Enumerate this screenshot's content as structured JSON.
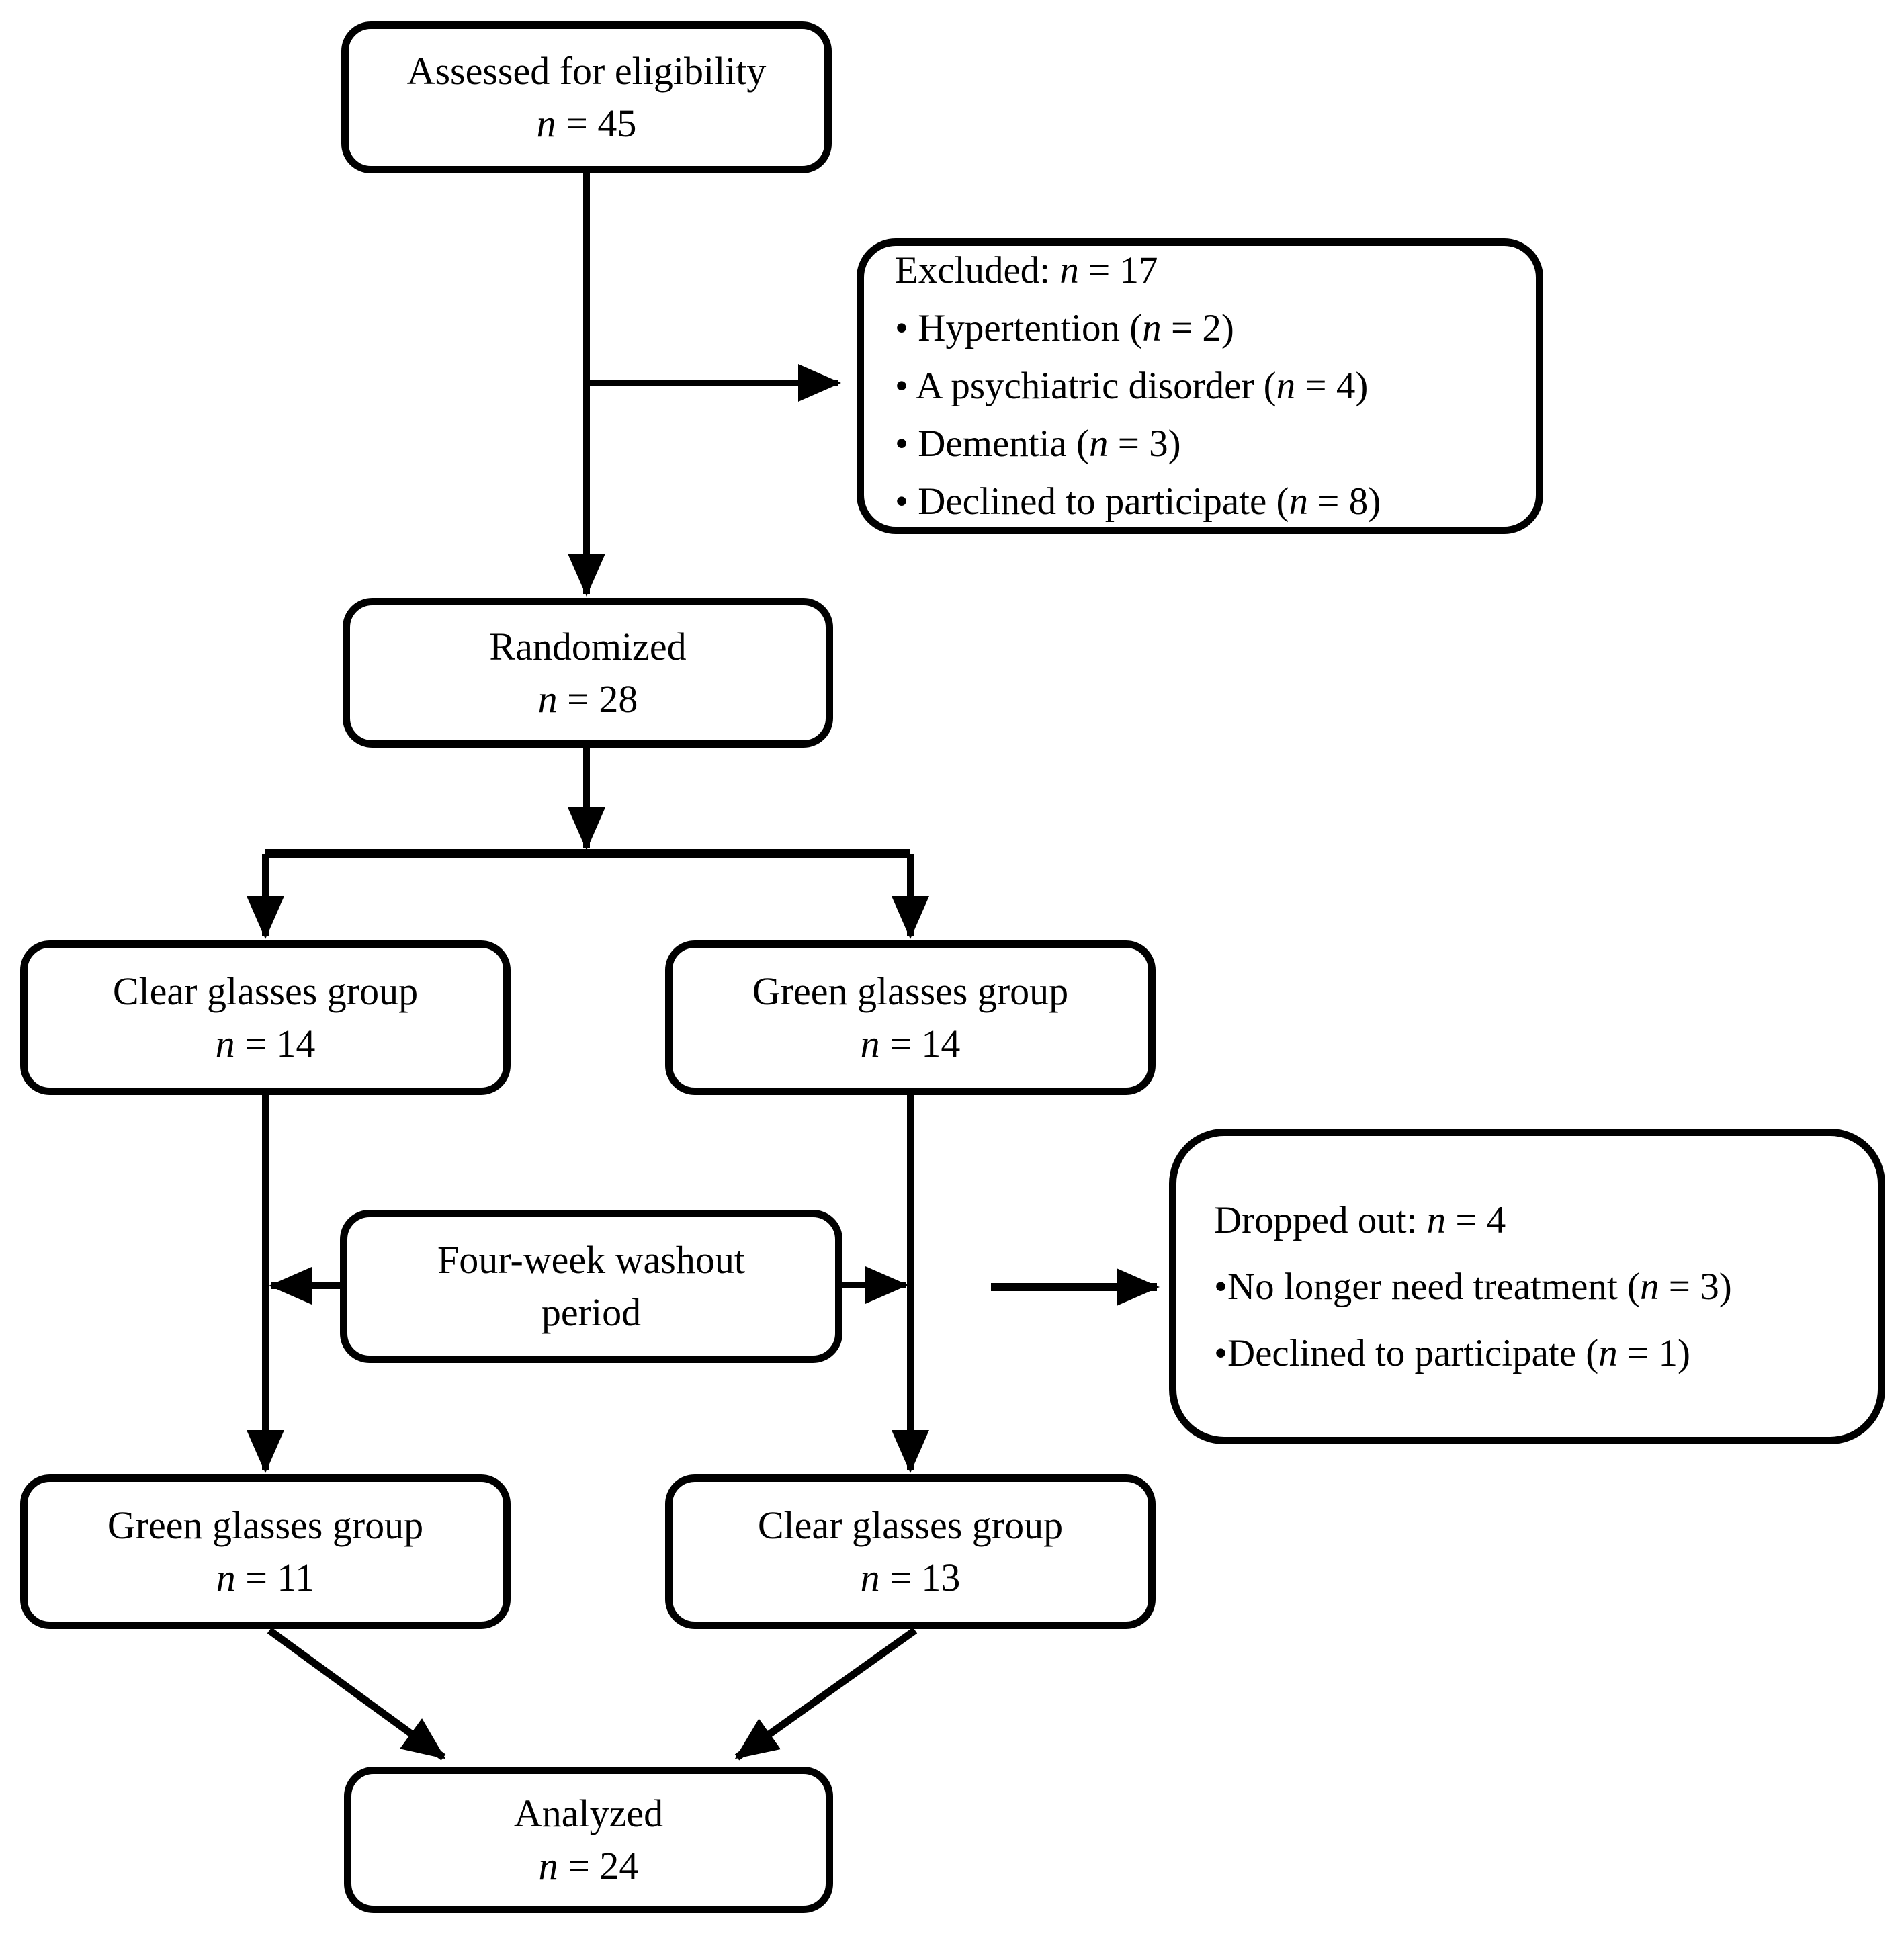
{
  "figure": {
    "type": "study-flow-diagram",
    "colors": {
      "background": "#ffffff",
      "line": "#000000",
      "text": "#000000"
    }
  },
  "nodes": {
    "eligibility": {
      "label": "Assessed for eligibility",
      "n_italic": "n",
      "n_value": " = 45"
    },
    "randomized": {
      "label": "Randomized",
      "n_italic": "n",
      "n_value": " = 28"
    },
    "clear_group_1": {
      "label": "Clear glasses group",
      "n_italic": "n",
      "n_value": " = 14"
    },
    "green_group_1": {
      "label": "Green glasses group",
      "n_italic": "n",
      "n_value": " = 14"
    },
    "washout": {
      "label_line1": "Four-week washout",
      "label_line2": "period"
    },
    "green_group_2": {
      "label": "Green glasses group",
      "n_italic": "n",
      "n_value": " = 11"
    },
    "clear_group_2": {
      "label": "Clear glasses group",
      "n_italic": "n",
      "n_value": " = 13"
    },
    "analyzed": {
      "label": "Analyzed",
      "n_italic": "n",
      "n_value": " = 24"
    }
  },
  "excluded": {
    "title_pre": "Excluded: ",
    "title_n": "n",
    "title_post": " = 17",
    "bullets": [
      {
        "pre": "• Hypertention (",
        "n": "n",
        "post": " = 2)"
      },
      {
        "pre": "• A psychiatric disorder (",
        "n": "n",
        "post": " = 4)"
      },
      {
        "pre": "• Dementia (",
        "n": "n",
        "post": " = 3)"
      },
      {
        "pre": "• Declined to participate (",
        "n": "n",
        "post": " = 8)"
      }
    ]
  },
  "dropped": {
    "title_pre": "Dropped out: ",
    "title_n": "n",
    "title_post": " = 4",
    "bullets": [
      {
        "pre": "•No longer need treatment (",
        "n": "n",
        "post": " = 3)"
      },
      {
        "pre": "•Declined to participate (",
        "n": "n",
        "post": " = 1)"
      }
    ]
  }
}
